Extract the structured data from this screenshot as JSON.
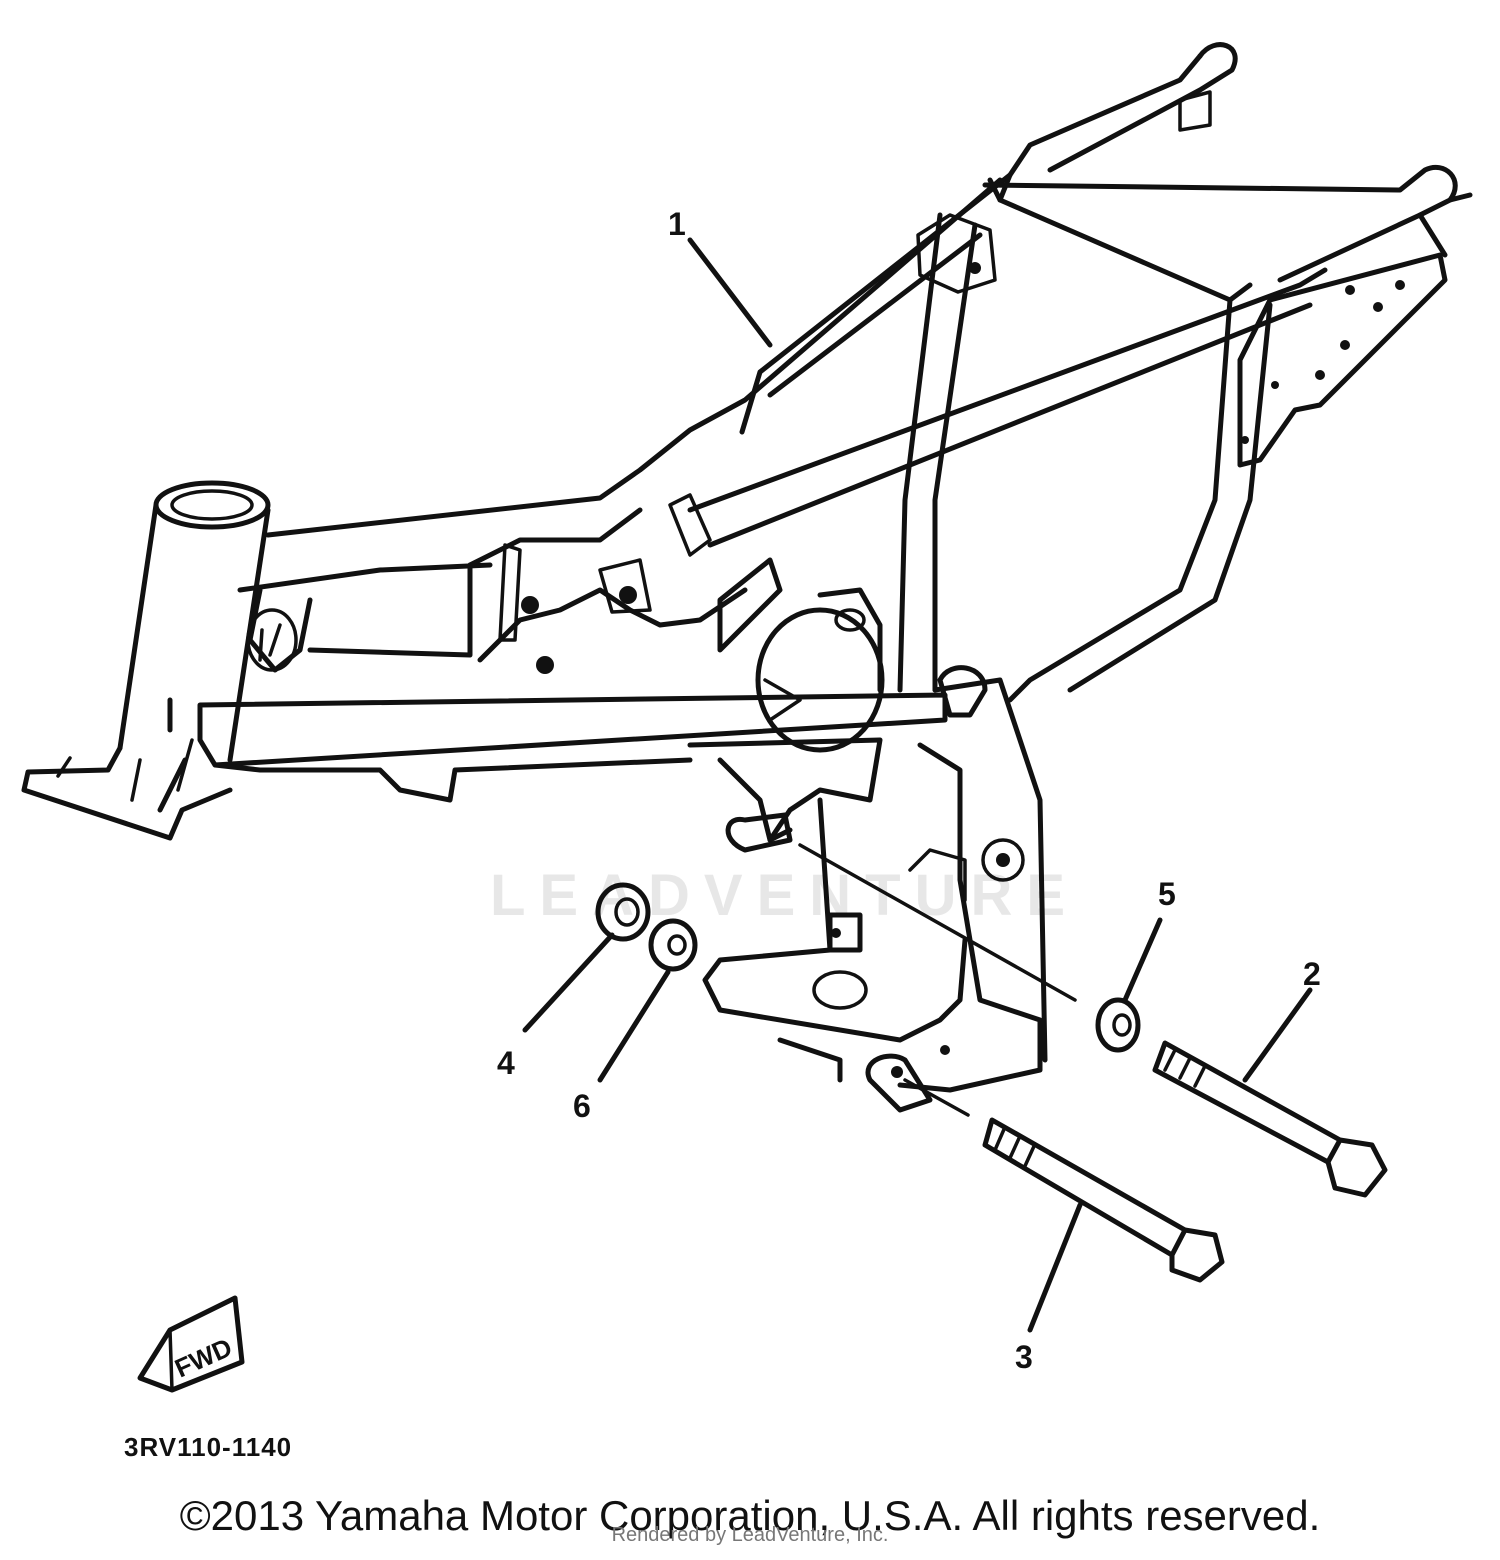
{
  "diagram": {
    "part_code": "3RV110-1140",
    "fwd_label": "FWD",
    "watermark": "LEADVENTURE",
    "callouts": [
      {
        "id": "1",
        "label": "1"
      },
      {
        "id": "2",
        "label": "2"
      },
      {
        "id": "3",
        "label": "3"
      },
      {
        "id": "4",
        "label": "4"
      },
      {
        "id": "5",
        "label": "5"
      },
      {
        "id": "6",
        "label": "6"
      }
    ]
  },
  "footer": {
    "copyright": "©2013 Yamaha Motor Corporation, U.S.A. All rights reserved.",
    "rendered_by": "Rendered by LeadVenture, Inc."
  }
}
